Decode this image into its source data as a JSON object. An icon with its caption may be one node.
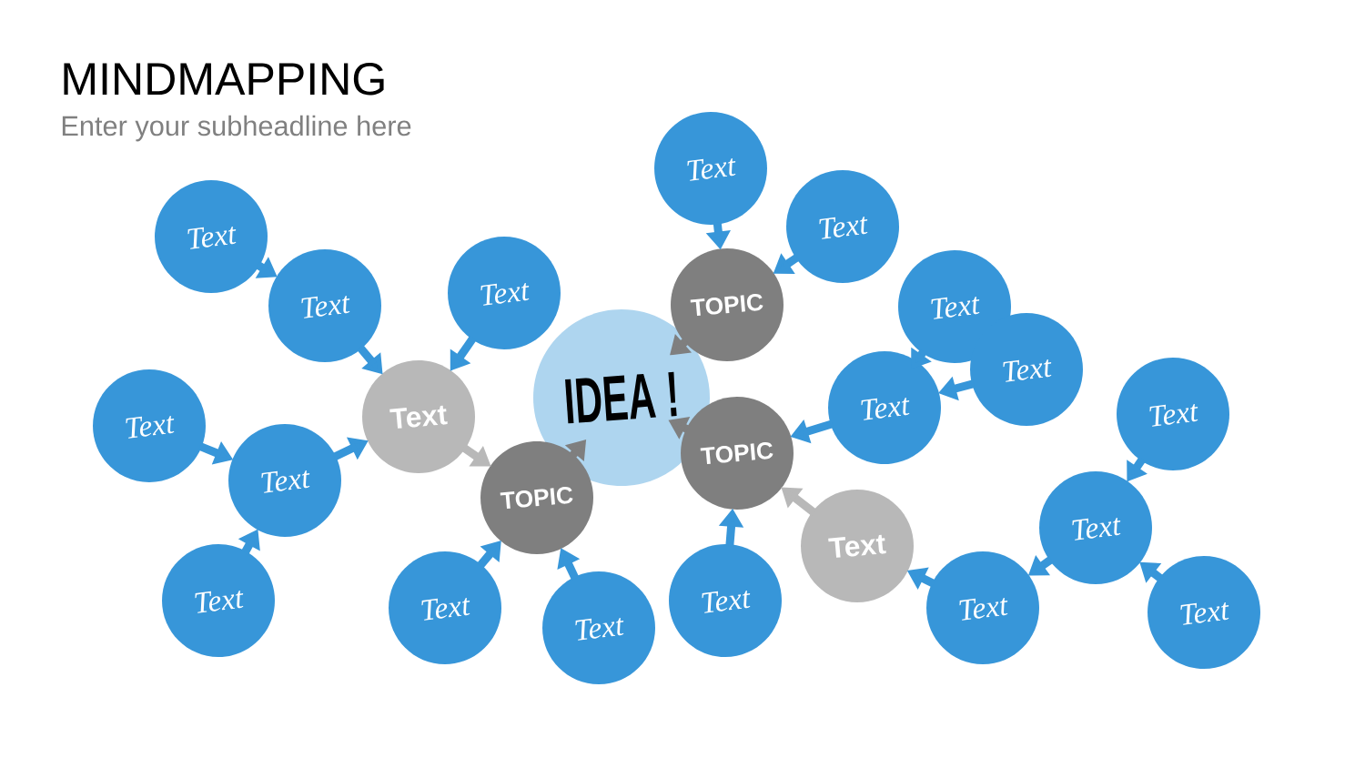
{
  "diagram": {
    "title": "MINDMAPPING",
    "nodes": [
      {
        "text": [
          "Text"
        ]
      },
      {
        "text": [
          "Text"
        ]
      },
      {
        "text": [
          "Text"
        ]
      },
      {
        "text": [
          "Text"
        ]
      },
      {
        "text": [
          "TOPIC"
        ]
      },
      {
        "text": [
          "Text"
        ]
      },
      {
        "text": [
          "Text"
        ]
      },
      {
        "text": [
          "Text"
        ]
      },
      {
        "text": [
          "IDEA !"
        ]
      },
      {
        "text": [
          "Text"
        ]
      },
      {
        "text": [
          "Text"
        ]
      },
      {
        "text": [
          "Text"
        ]
      },
      {
        "text": [
          "Text"
        ]
      },
      {
        "text": [
          "TOPIC"
        ]
      },
      {
        "text": [
          "Text"
        ]
      },
      {
        "text": [
          "TOPIC"
        ]
      },
      {
        "text": [
          "Text"
        ]
      },
      {
        "text": [
          "Text"
        ]
      },
      {
        "text": [
          "Text"
        ]
      },
      {
        "text": [
          "Text"
        ]
      },
      {
        "text": [
          "Text"
        ]
      },
      {
        "text": [
          "Text"
        ]
      },
      {
        "text": [
          "Text"
        ]
      },
      {
        "text": [
          "Text"
        ]
      }
    ],
    "edges": [
      {
        "from": 0,
        "to": 4,
        "arrow": "to"
      },
      {
        "from": 1,
        "to": 4,
        "arrow": "to"
      },
      {
        "from": 2,
        "to": 5,
        "arrow": "to"
      },
      {
        "from": 3,
        "to": 11,
        "arrow": "to"
      },
      {
        "from": 4,
        "to": 8,
        "arrow": "to",
        "color": "#7f7f7f"
      },
      {
        "from": 5,
        "to": 11,
        "arrow": "to"
      },
      {
        "from": 6,
        "to": 10,
        "arrow": "to"
      },
      {
        "from": 7,
        "to": 10,
        "arrow": "to"
      },
      {
        "from": 9,
        "to": 16,
        "arrow": "to"
      },
      {
        "from": 10,
        "to": 13,
        "arrow": "to"
      },
      {
        "from": 11,
        "to": 15,
        "arrow": "to",
        "color": "#b8b8b8"
      },
      {
        "from": 12,
        "to": 14,
        "arrow": "to"
      },
      {
        "from": 13,
        "to": 8,
        "arrow": "to",
        "color": "#7f7f7f"
      },
      {
        "from": 14,
        "to": 11,
        "arrow": "to"
      },
      {
        "from": 15,
        "to": 8,
        "arrow": "to",
        "color": "#7f7f7f"
      },
      {
        "from": 16,
        "to": 21,
        "arrow": "to"
      },
      {
        "from": 17,
        "to": 13,
        "arrow": "to",
        "color": "#b8b8b8"
      },
      {
        "from": 18,
        "to": 13,
        "arrow": "to"
      },
      {
        "from": 19,
        "to": 14,
        "arrow": "to"
      },
      {
        "from": 20,
        "to": 15,
        "arrow": "to"
      },
      {
        "from": 21,
        "to": 17,
        "arrow": "to"
      },
      {
        "from": 22,
        "to": 16,
        "arrow": "to"
      },
      {
        "from": 23,
        "to": 15,
        "arrow": "to"
      }
    ],
    "labels": [
      "Enter your subheadline here"
    ]
  }
}
